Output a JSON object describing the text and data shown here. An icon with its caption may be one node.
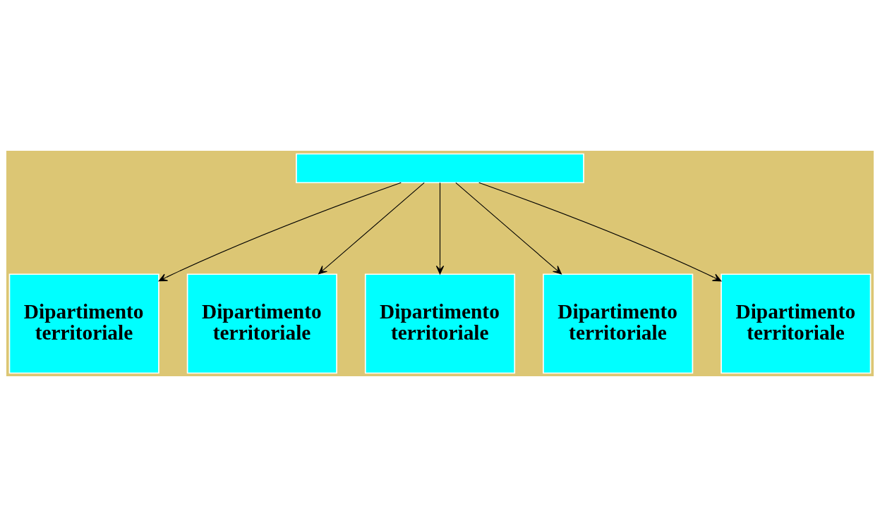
{
  "diagram": {
    "nodes": [
      {
        "text": [],
        "shape": "box"
      },
      {
        "text": [
          "Dipartimento territoriale"
        ]
      },
      {
        "text": [
          "Dipartimento territoriale"
        ]
      },
      {
        "text": [
          "Dipartimento territoriale"
        ]
      },
      {
        "text": [
          "Dipartimento territoriale"
        ]
      },
      {
        "text": [
          "Dipartimento territoriale"
        ]
      }
    ],
    "edges": [
      {
        "from": 0,
        "to": 1,
        "arrow": "to"
      },
      {
        "from": 0,
        "to": 2,
        "arrow": "to"
      },
      {
        "from": 0,
        "to": 3,
        "arrow": "to"
      },
      {
        "from": 0,
        "to": 4,
        "arrow": "to"
      },
      {
        "from": 0,
        "to": 5,
        "arrow": "to"
      }
    ]
  }
}
